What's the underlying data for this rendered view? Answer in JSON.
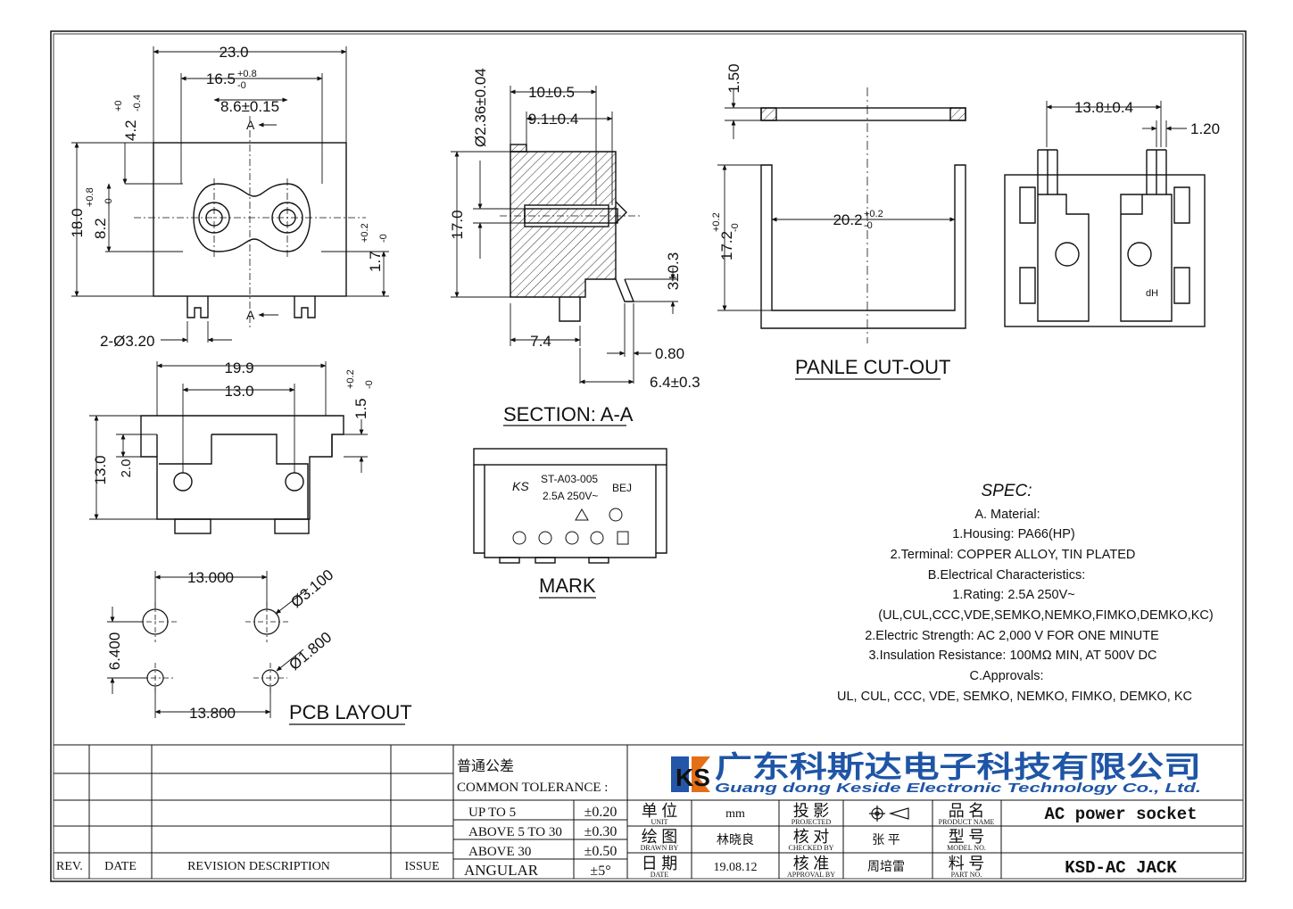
{
  "front_view": {
    "dims": {
      "overall_width": "23.0",
      "contact_span": "16.5",
      "contact_span_tol_upper": "+0.8",
      "contact_span_tol_lower": "-0",
      "pin_pitch": "8.6±0.15",
      "section_marker": "A",
      "top_offset": "4.2",
      "top_offset_tol_upper": "+0",
      "top_offset_tol_lower": "-0.4",
      "height": "18.0",
      "contact_height": "8.2",
      "contact_height_tol_upper": "+0.8",
      "contact_height_tol_lower": "-0",
      "bottom_offset": "1.7",
      "bottom_offset_tol_upper": "+0.2",
      "bottom_offset_tol_lower": "-0",
      "peg_hole": "2-Ø3.20"
    }
  },
  "bottom_view": {
    "dims": {
      "width": "19.9",
      "inner": "13.0",
      "height": "13.0",
      "step": "2.0",
      "flange": "1.5",
      "flange_tol_upper": "+0.2",
      "flange_tol_lower": "-0"
    }
  },
  "section_view": {
    "title": "SECTION: A-A",
    "dims": {
      "pin_diameter": "Ø2.36±0.04",
      "depth_outer": "10±0.5",
      "depth_inner": "9.1±0.4",
      "height": "17.0",
      "terminal_offset": "3±0.3",
      "base_depth": "7.4",
      "terminal_thickness": "0.80",
      "terminal_length": "6.4±0.3"
    }
  },
  "mark_view": {
    "title": "MARK",
    "part_no": "ST-A03-005",
    "rating": "2.5A 250V~",
    "code": "BEJ"
  },
  "panel_cutout": {
    "title": "PANLE CUT-OUT",
    "dims": {
      "thickness": "1.50",
      "width": "20.2",
      "width_tol_upper": "+0.2",
      "width_tol_lower": "-0",
      "height": "17.2",
      "height_tol_upper": "+0.2",
      "height_tol_lower": "-0"
    }
  },
  "rear_view": {
    "dims": {
      "width": "13.8±0.4",
      "pin_thickness": "1.20"
    },
    "marking": "dH"
  },
  "pcb_layout": {
    "title": "PCB LAYOUT",
    "dims": {
      "top_pitch": "13.000",
      "large_hole": "Ø3.100",
      "row_pitch": "6.400",
      "small_hole": "Ø1.800",
      "bottom_pitch": "13.800"
    }
  },
  "spec": {
    "heading": "SPEC:",
    "lines": [
      "A. Material:",
      "1.Housing: PA66(HP)",
      "2.Terminal: COPPER ALLOY, TIN PLATED",
      "B.Electrical Characteristics:",
      "1.Rating:  2.5A 250V~",
      "(UL,CUL,CCC,VDE,SEMKO,NEMKO,FIMKO,DEMKO,KC)",
      "2.Electric Strength: AC 2,000 V FOR ONE MINUTE",
      "3.Insulation Resistance: 100MΩ MIN, AT 500V DC",
      "C.Approvals:",
      "UL, CUL, CCC, VDE, SEMKO, NEMKO, FIMKO, DEMKO, KC"
    ]
  },
  "title_block": {
    "revision_headers": {
      "rev": "REV.",
      "date": "DATE",
      "description": "REVISION  DESCRIPTION",
      "issue": "ISSUE"
    },
    "tolerance": {
      "heading_cn": "普通公差",
      "heading_en": "COMMON TOLERANCE :",
      "rows": [
        {
          "range": "UP TO 5",
          "value": "±0.20"
        },
        {
          "range": "ABOVE 5 TO 30",
          "value": "±0.30"
        },
        {
          "range": "ABOVE 30",
          "value": "±0.50"
        },
        {
          "range": "ANGULAR",
          "value": "±5°"
        }
      ]
    },
    "company": {
      "logo_letters": "KS",
      "name_cn": "广东科斯达电子科技有限公司",
      "name_en": "Guang dong Keside  Electronic Technology Co., Ltd."
    },
    "fields": {
      "unit_cn": "单 位",
      "unit_en": "UNIT",
      "unit_value": "mm",
      "projected_cn": "投 影",
      "projected_en": "PROJECTED",
      "drawn_cn": "绘 图",
      "drawn_en": "DRAWN BY",
      "drawn_value": "林晓良",
      "checked_cn": "核 对",
      "checked_en": "CHECKED BY",
      "checked_value": "张 平",
      "date_cn": "日 期",
      "date_en": "DATE",
      "date_value": "19.08.12",
      "approval_cn": "核 准",
      "approval_en": "APPROVAL BY",
      "approval_value": "周培雷",
      "product_cn": "品 名",
      "product_en": "PRODUCT NAME",
      "product_value": "AC power socket",
      "model_cn": "型 号",
      "model_en": "MODEL NO.",
      "model_value": "",
      "part_cn": "料 号",
      "part_en": "PART NO.",
      "part_value": "KSD-AC JACK"
    }
  }
}
